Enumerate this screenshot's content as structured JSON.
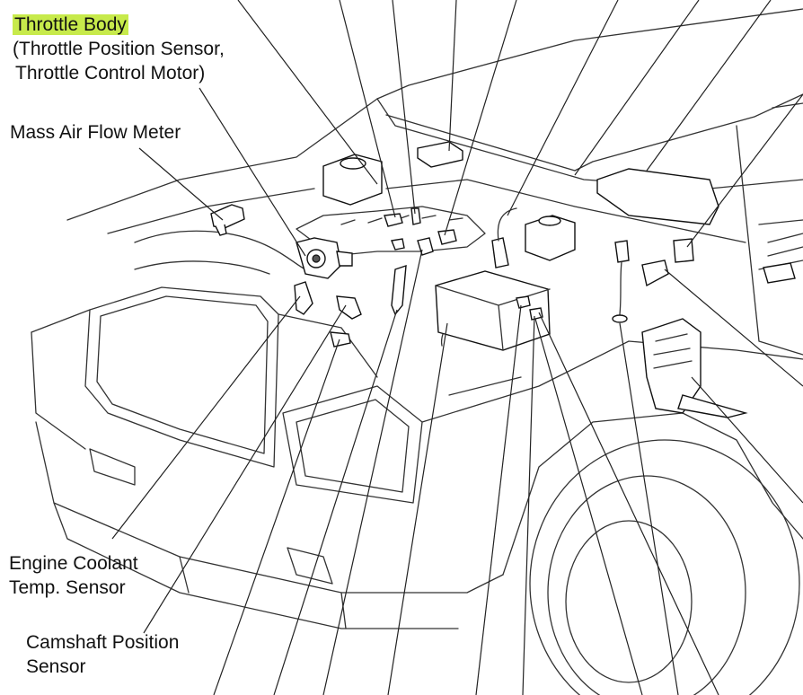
{
  "labels": {
    "throttle_body": "Throttle Body",
    "throttle_sub_1": "(Throttle Position Sensor,",
    "throttle_sub_2": "Throttle Control Motor)",
    "maf": "Mass Air Flow Meter",
    "coolant_1": "Engine Coolant",
    "coolant_2": "Temp. Sensor",
    "camshaft_1": "Camshaft Position",
    "camshaft_2": "Sensor"
  },
  "colors": {
    "highlight": "#c7ea4b",
    "line": "#222222"
  }
}
